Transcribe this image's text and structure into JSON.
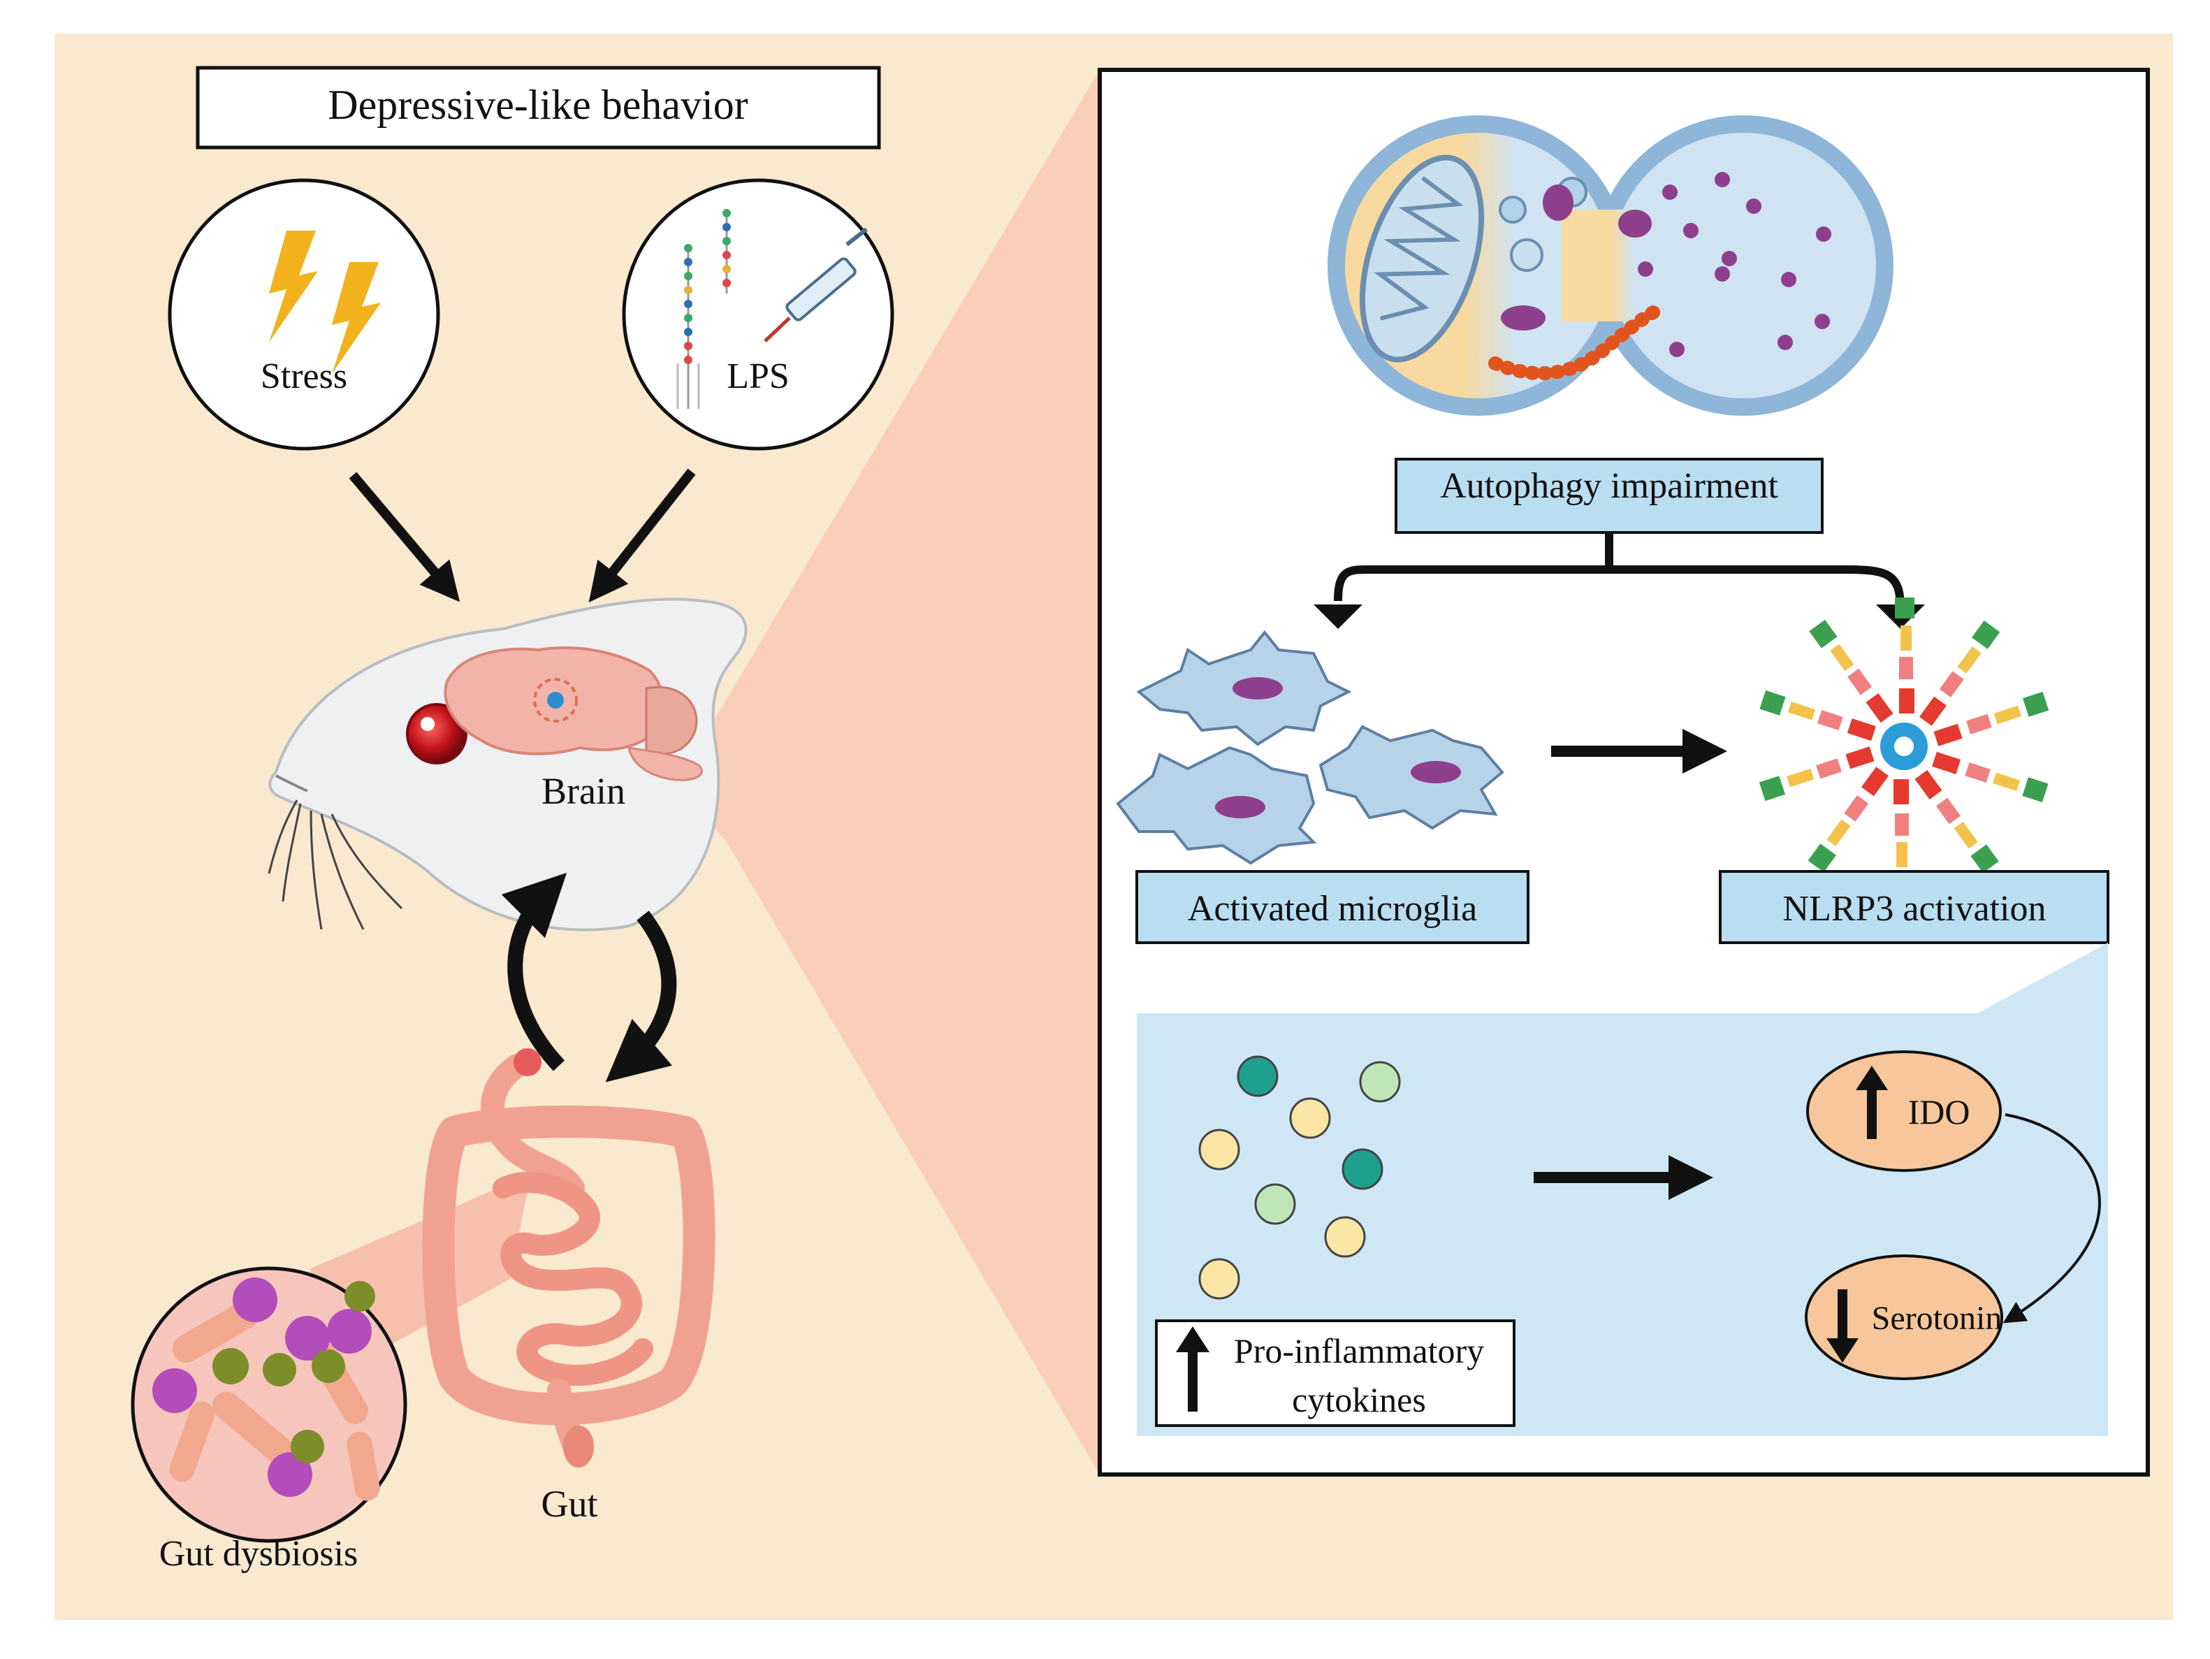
{
  "colors": {
    "background": "#f8e9cf",
    "zoom_wedge": "#f9cbb6",
    "label_box_blue": "#b9ddf1",
    "cytokine_panel": "#cfe7f5",
    "ellipse_fill": "#f7c79b",
    "rat_fur": "#eef0f2",
    "brain": "#f2b3a8",
    "gut": "#f1a192",
    "microglia": "#b7d3ea",
    "nucleus_purple": "#8e3f8c",
    "bolt_yellow": "#f2b21e"
  },
  "left": {
    "title": "Depressive-like behavior",
    "stress_label": "Stress",
    "lps_label": "LPS",
    "brain_label": "Brain",
    "gut_label": "Gut",
    "dysbiosis_label": "Gut dysbiosis"
  },
  "right": {
    "autophagy_label": "Autophagy impairment",
    "microglia_label": "Activated microglia",
    "nlrp3_label": "NLRP3 activation",
    "cytokines_line1": "Pro-inflammatory",
    "cytokines_line2": "cytokines",
    "ido_label": "IDO",
    "serotonin_label": "Serotonin"
  }
}
